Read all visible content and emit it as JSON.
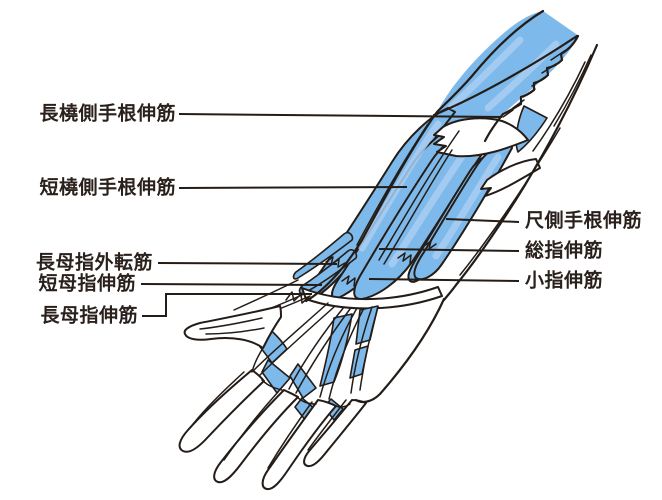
{
  "figure": {
    "type": "anatomical-diagram",
    "subject": "forearm extensor muscles (dorsal view, right arm)",
    "colors": {
      "muscle_fill": "#7db9ea",
      "muscle_highlight": "#a9cdf1",
      "outline_ink": "#241c17",
      "label_text": "#2b211c",
      "background": "#ffffff"
    },
    "labels_left": [
      {
        "id": "ecrl",
        "text": "長橈側手根伸筋"
      },
      {
        "id": "ecrb",
        "text": "短橈側手根伸筋"
      },
      {
        "id": "apl",
        "text": "長母指外転筋"
      },
      {
        "id": "epb",
        "text": "短母指伸筋"
      },
      {
        "id": "epl",
        "text": "長母指伸筋"
      }
    ],
    "labels_right": [
      {
        "id": "ecu",
        "text": "尺側手根伸筋"
      },
      {
        "id": "ed",
        "text": "総指伸筋"
      },
      {
        "id": "edm",
        "text": "小指伸筋"
      }
    ]
  }
}
